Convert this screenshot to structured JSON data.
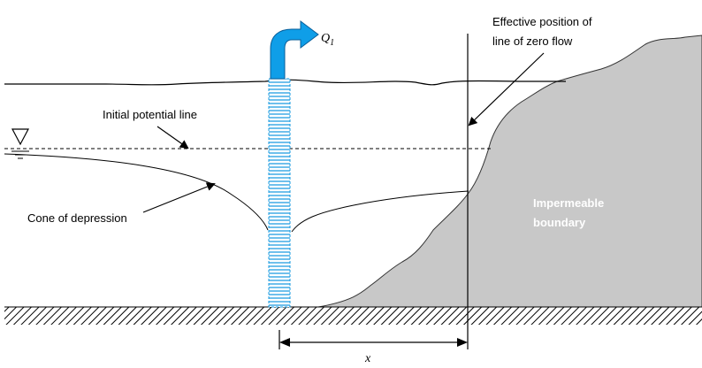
{
  "labels": {
    "discharge_symbol": "Q",
    "discharge_subscript": "1",
    "zero_flow_line1": "Effective position of",
    "zero_flow_line2": "line of zero flow",
    "initial_potential": "Initial potential line",
    "cone": "Cone of depression",
    "boundary_line1": "Impermeable",
    "boundary_line2": "boundary",
    "distance": "x"
  },
  "colors": {
    "boundary_fill": "#c8c8c8",
    "well_stripes": "#1a9be0",
    "discharge_arrow": "#0f9ee8",
    "line": "#000000"
  },
  "icons": {
    "water_table_marker": "inverted-triangle-icon"
  }
}
